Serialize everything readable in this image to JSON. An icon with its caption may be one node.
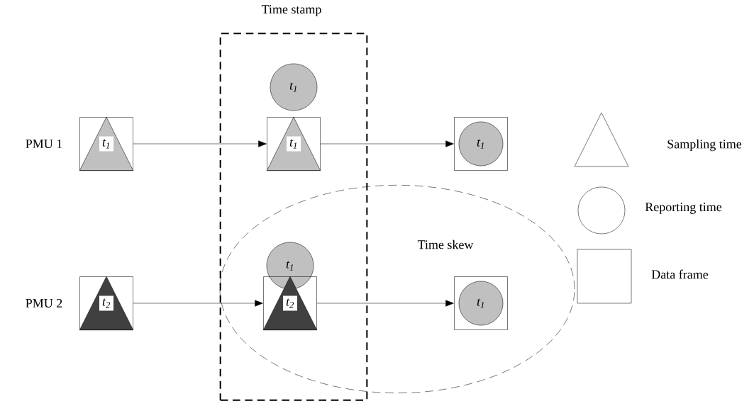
{
  "diagram": {
    "nodes": [
      {
        "text": [
          "Time stamp"
        ]
      },
      {
        "text": [
          "Time skew"
        ]
      },
      {
        "text": [
          "t$_{1}$"
        ]
      },
      {
        "text": [
          "t$_{1}$"
        ],
        "in": 0
      },
      {
        "text": [
          "t$_{1}$"
        ],
        "in": 0
      },
      {
        "text": [
          "t$_{1}$"
        ]
      },
      {
        "text": [
          "t$_{2}$"
        ]
      },
      {
        "text": [
          "t$_{1}$"
        ]
      },
      {
        "text": [
          "t$_{2}$"
        ]
      },
      {
        "text": [
          "t$_{1}$"
        ],
        "in": 1
      }
    ],
    "edges": [
      {
        "from": 2,
        "to": 4,
        "arrow": "to"
      },
      {
        "from": 4,
        "to": 5,
        "arrow": "to"
      },
      {
        "from": 6,
        "to": 8,
        "arrow": "to"
      },
      {
        "from": 8,
        "to": 9,
        "arrow": "to"
      }
    ],
    "labels": [
      "PMU 1",
      "PMU 2"
    ],
    "legend": [
      {
        "text": "Sampling time"
      },
      {
        "text": "Reporting time"
      },
      {
        "text": "Data frame"
      }
    ]
  }
}
